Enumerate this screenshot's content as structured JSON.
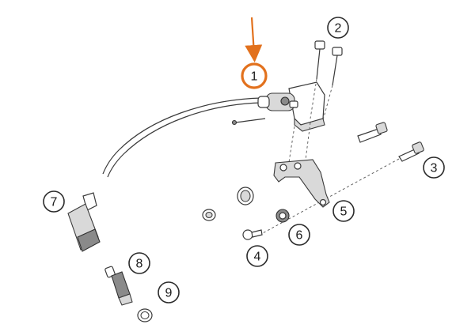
{
  "diagram": {
    "accent_color": "#e2711d",
    "highlighted_callout": "1",
    "callouts": [
      {
        "id": "1",
        "label": "1"
      },
      {
        "id": "2",
        "label": "2"
      },
      {
        "id": "3",
        "label": "3"
      },
      {
        "id": "4",
        "label": "4"
      },
      {
        "id": "5",
        "label": "5"
      },
      {
        "id": "6",
        "label": "6"
      },
      {
        "id": "7",
        "label": "7"
      },
      {
        "id": "8",
        "label": "8"
      },
      {
        "id": "9",
        "label": "9"
      }
    ]
  }
}
